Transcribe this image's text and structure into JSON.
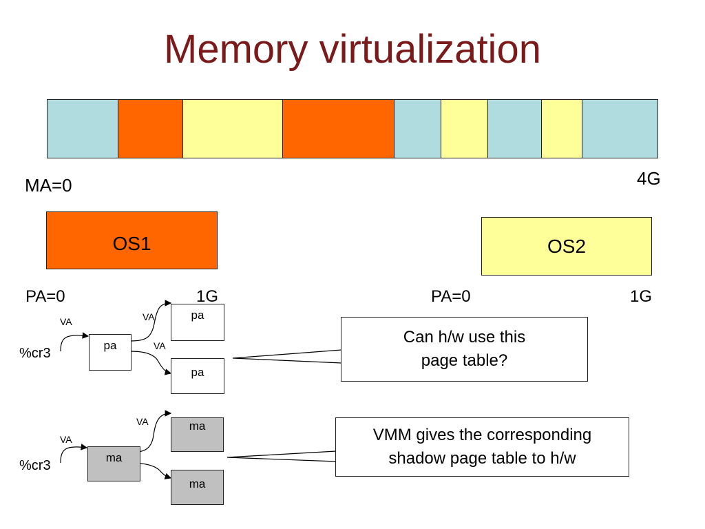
{
  "title": "Memory virtualization",
  "colors": {
    "title": "#7a1a1a",
    "blue": "#b0dce0",
    "orange": "#ff6600",
    "yellow": "#ffff99",
    "gray": "#c0c0c0"
  },
  "memory_bar": {
    "segments": [
      "blue",
      "orange",
      "yellow",
      "orange",
      "blue",
      "yellow",
      "blue",
      "yellow",
      "blue"
    ],
    "start_label": "MA=0",
    "end_label": "4G"
  },
  "os1": {
    "label": "OS1",
    "start_label": "PA=0",
    "end_label": "1G"
  },
  "os2": {
    "label": "OS2",
    "start_label": "PA=0",
    "end_label": "1G"
  },
  "guest_table": {
    "register": "%cr3",
    "root": "pa",
    "child_top": "pa",
    "child_bottom": "pa",
    "va": "VA"
  },
  "shadow_table": {
    "register": "%cr3",
    "root": "ma",
    "child_top": "ma",
    "child_bottom": "ma",
    "va": "VA"
  },
  "callout_top": {
    "line1": "Can h/w use this",
    "line2": "page table?"
  },
  "callout_bottom": {
    "line1": "VMM gives the corresponding",
    "line2": "shadow page table to h/w"
  }
}
